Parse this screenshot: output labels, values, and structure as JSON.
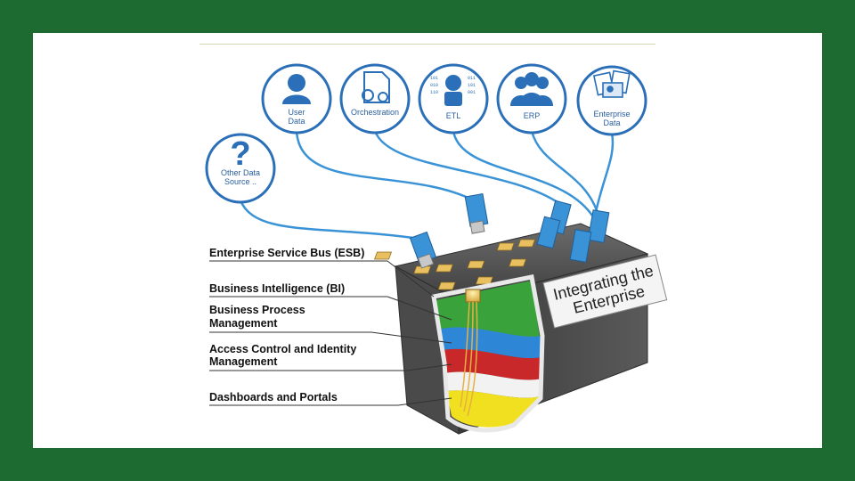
{
  "sources": [
    {
      "id": "other",
      "lines": [
        "Other Data",
        "Source .."
      ],
      "icon": "question-mark-icon"
    },
    {
      "id": "user",
      "lines": [
        "User",
        "Data"
      ],
      "icon": "person-icon"
    },
    {
      "id": "orch",
      "lines": [
        "Orchestration"
      ],
      "icon": "gears-document-icon"
    },
    {
      "id": "etl",
      "lines": [
        "ETL"
      ],
      "icon": "robot-icon"
    },
    {
      "id": "erp",
      "lines": [
        "ERP"
      ],
      "icon": "group-people-icon"
    },
    {
      "id": "ent",
      "lines": [
        "Enterprise",
        "Data"
      ],
      "icon": "documents-id-icon"
    }
  ],
  "layers": [
    {
      "label": [
        "Enterprise Service Bus (ESB)"
      ],
      "color": "#4a4a4a"
    },
    {
      "label": [
        "Business Intelligence (BI)"
      ],
      "color": "#3aa23a"
    },
    {
      "label": [
        "Business Process",
        "Management"
      ],
      "color": "#2e86d6"
    },
    {
      "label": [
        "Access Control and Identity",
        "Management"
      ],
      "color": "#c8282a"
    },
    {
      "label": [
        "Dashboards and Portals"
      ],
      "color": "#f0e020"
    }
  ],
  "box_label": [
    "Integrating the",
    "Enterprise"
  ],
  "colors": {
    "frame": "#1e6b32",
    "icon_blue": "#2a6fb8",
    "cable": "#3a93d6"
  }
}
